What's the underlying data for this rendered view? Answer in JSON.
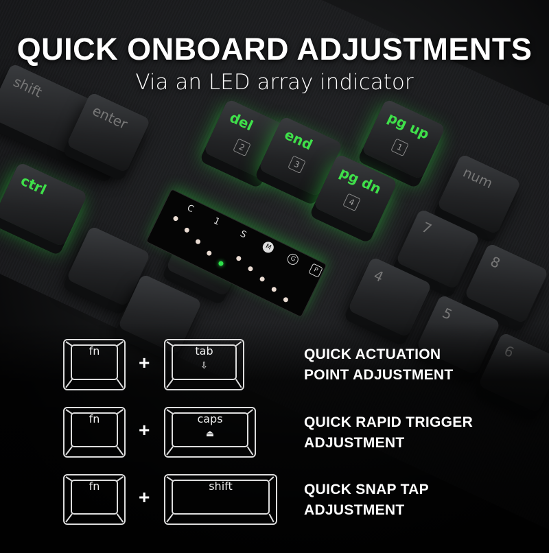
{
  "header": {
    "title": "QUICK ONBOARD ADJUSTMENTS",
    "subtitle": "Via an LED array indicator"
  },
  "background_keys": [
    "shift",
    "enter",
    "ctrl",
    "del",
    "end",
    "pg up",
    "pg dn",
    "num",
    "7",
    "8",
    "4",
    "5",
    "6"
  ],
  "background_key_sublabels": {
    "del": "2",
    "end": "3",
    "pg up": "1",
    "pg dn": "4"
  },
  "led_panel": {
    "labels": [
      "C",
      "1",
      "S"
    ],
    "icons": [
      "M",
      "G",
      "P"
    ],
    "active_dot_color": "#2de04a"
  },
  "combos": [
    {
      "modifier": "fn",
      "plus": "+",
      "key": "tab",
      "key_icon": "actuation-icon",
      "description": [
        "QUICK ACTUATION",
        "POINT ADJUSTMENT"
      ]
    },
    {
      "modifier": "fn",
      "plus": "+",
      "key": "caps",
      "key_icon": "rapid-trigger-icon",
      "description": [
        "QUICK RAPID TRIGGER",
        "ADJUSTMENT"
      ]
    },
    {
      "modifier": "fn",
      "plus": "+",
      "key": "shift",
      "key_icon": "",
      "description": [
        "QUICK SNAP TAP",
        "ADJUSTMENT"
      ]
    }
  ],
  "colors": {
    "accent": "#2de04a",
    "text": "#ffffff",
    "background": "#0b0b0c"
  }
}
